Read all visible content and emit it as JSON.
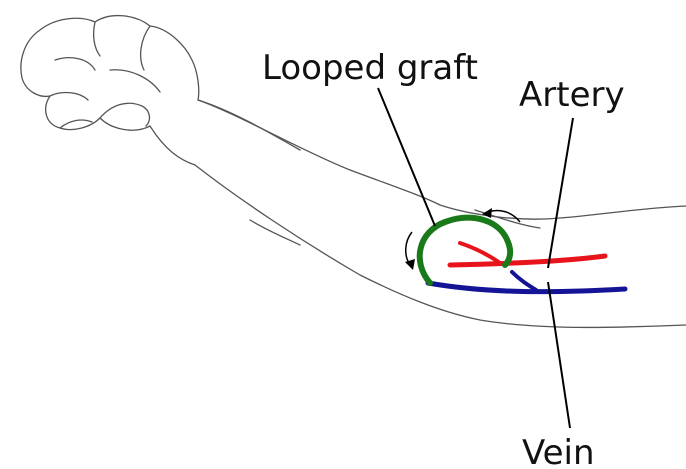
{
  "labels": {
    "graft": "Looped graft",
    "artery": "Artery",
    "vein": "Vein"
  },
  "colors": {
    "graft": "#1a7a1a",
    "artery": "#e8141c",
    "vein": "#141496",
    "outline": "#555555",
    "leader": "#000000"
  }
}
